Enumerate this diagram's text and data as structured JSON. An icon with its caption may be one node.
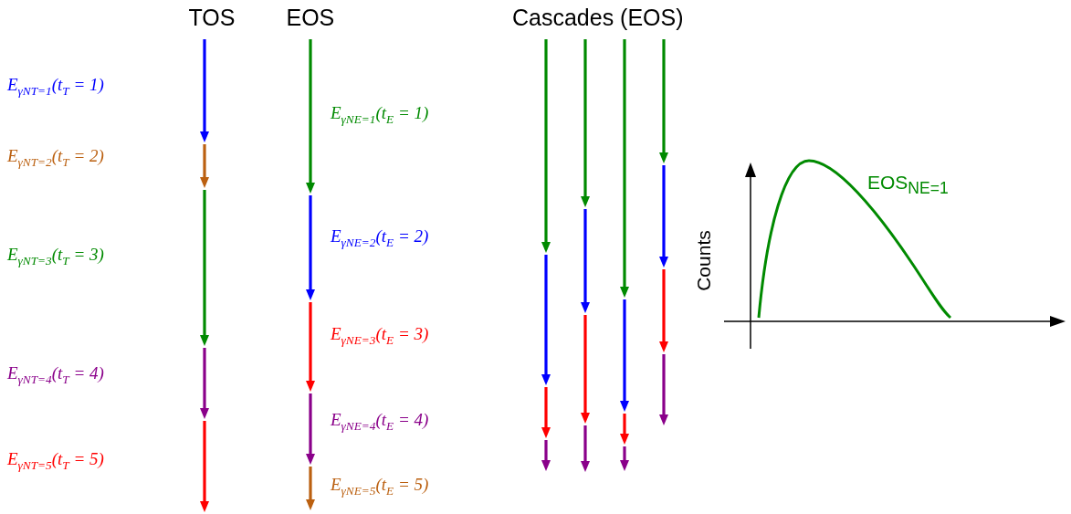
{
  "diagram": {
    "labels": [
      "TOS",
      "EOS",
      "Cascades (EOS)",
      "E$_{γNT=1}$(t$_{T}$ = 1)",
      "E$_{γNT=2}$(t$_{T}$ = 2)",
      "E$_{γNT=3}$(t$_{T}$ = 3)",
      "E$_{γNT=4}$(t$_{T}$ = 4)",
      "E$_{γNT=5}$(t$_{T}$ = 5)",
      "E$_{γNE=1}$(t$_{E}$ = 1)",
      "E$_{γNE=2}$(t$_{E}$ = 2)",
      "E$_{γNE=3}$(t$_{E}$ = 3)",
      "E$_{γNE=4}$(t$_{E}$ = 4)",
      "E$_{γNE=5}$(t$_{E}$ = 5)",
      "EOS$_{NE=1}$",
      "Counts"
    ]
  }
}
